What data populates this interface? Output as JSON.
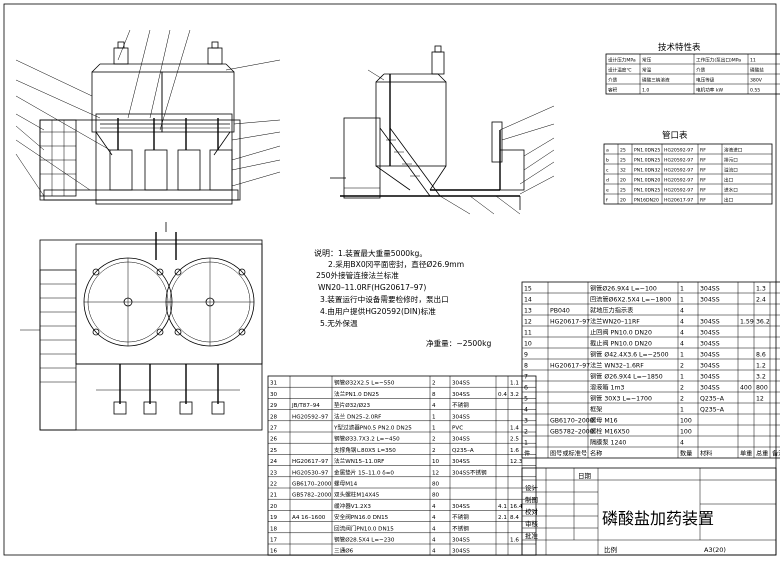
{
  "title_main": "磷酸盐加药装置",
  "notes": {
    "heading": "说明：",
    "items": [
      "1.装置最大重量5000kg。",
      "2.采用BX0冈平面密封，直径Ø26.9mm",
      "250外接管连接法兰标准",
      "WN20–11.0RF(HG20617–97)",
      "3.装置运行中设备需要检修时，泵出口",
      "4.由用户提供HG20592(DIN)标准",
      "5.无外保温"
    ],
    "weight_label": "净重量：~2500kg"
  },
  "tech_table": {
    "title": "技术特性表",
    "rows": [
      [
        "设计压力MPa",
        "常压",
        "工作压力(泵出口)MPa",
        "11"
      ],
      [
        "设计温度℃",
        "常温",
        "介质",
        "磷酸盐"
      ],
      [
        "介质",
        "磷酸三钠溶液",
        "电压等级",
        "380V"
      ],
      [
        "容积",
        "1.0",
        "电机功率 kW",
        "0.55"
      ]
    ]
  },
  "nozzle_table": {
    "title": "管口表",
    "rows": [
      [
        "a",
        "25",
        "PN1.0DN25",
        "HG20592-97",
        "RF",
        "溶液进口"
      ],
      [
        "b",
        "25",
        "PN1.0DN25",
        "HG20592-97",
        "RF",
        "排污口"
      ],
      [
        "c",
        "32",
        "PN1.0DN32",
        "HG20592-97",
        "RF",
        "溢流口"
      ],
      [
        "d",
        "20",
        "PN1.0DN20",
        "HG20592-97",
        "RF",
        "出口"
      ],
      [
        "e",
        "25",
        "PN1.0DN25",
        "HG20592-97",
        "RF",
        "进水口"
      ],
      [
        "f",
        "20",
        "PN16DN20",
        "HG20617-97",
        "RF",
        "出口"
      ]
    ]
  },
  "bom_lower": {
    "rows": [
      [
        "31",
        "",
        "钢管Ø32X2.5  L=~550",
        "2",
        "304SS",
        "",
        "1.1",
        ""
      ],
      [
        "30",
        "",
        "法兰PN1.0  DN25",
        "8",
        "304SS",
        "0.4",
        "3.2",
        ""
      ],
      [
        "29",
        "JB/T87–94",
        "垫片Ø32/Ø23",
        "4",
        "不锈钢",
        "",
        "",
        ""
      ],
      [
        "28",
        "HG20592–97",
        "法兰 DN25–2.0RF",
        "1",
        "304SS",
        "",
        "",
        ""
      ],
      [
        "27",
        "",
        "Y型过滤器PN0.5 PN2.0 DN25",
        "1",
        "PVC",
        "",
        "1.4",
        ""
      ],
      [
        "26",
        "",
        "钢管Ø33.7X3.2  L=~450",
        "2",
        "304SS",
        "",
        "2.5",
        ""
      ],
      [
        "25",
        "",
        "支撑角钢∟80X5  L=350",
        "2",
        "Q235–A",
        "",
        "1.6",
        ""
      ],
      [
        "24",
        "HG20617–97",
        "法兰WN15–11.0RF",
        "10",
        "304SS",
        "",
        "12.3",
        ""
      ],
      [
        "23",
        "HG20530–97",
        "金属垫片 15–11.0 δ=0",
        "12",
        "304SS不锈钢",
        "",
        "",
        ""
      ],
      [
        "22",
        "GB6170–2000",
        "螺母M14",
        "80",
        "",
        "",
        "",
        ""
      ],
      [
        "21",
        "GB5782–2000",
        "双头螺柱M14X45",
        "80",
        "",
        "",
        "",
        ""
      ],
      [
        "20",
        "",
        "缓冲器V1.2X3",
        "4",
        "304SS",
        "4.1",
        "16.4",
        ""
      ],
      [
        "19",
        "A4 16–1600",
        "安全阀PN16.0 DN15",
        "4",
        "不锈钢",
        "2.1",
        "8.4",
        ""
      ],
      [
        "18",
        "",
        "回流阀门PN10.0 DN15",
        "4",
        "不锈钢",
        "",
        "",
        ""
      ],
      [
        "17",
        "",
        "钢管Ø28.5X4  L=~230",
        "4",
        "304SS",
        "",
        "1.6",
        ""
      ],
      [
        "16",
        "",
        "三通Ø6",
        "4",
        "304SS",
        "",
        "",
        ""
      ]
    ]
  },
  "bom_upper": {
    "rows": [
      [
        "15",
        "",
        "钢管Ø26.9X4  L=~100",
        "1",
        "304SS",
        "",
        "1.3",
        ""
      ],
      [
        "14",
        "",
        "回流管Ø6X2.5X4  L=~1800",
        "1",
        "304SS",
        "",
        "2.4",
        ""
      ],
      [
        "13",
        "PB040",
        "就地压力指示表",
        "4",
        "",
        "",
        "",
        ""
      ],
      [
        "12",
        "HG20617–97",
        "法兰WN20–11RF",
        "4",
        "304SS",
        "1.59",
        "36.2",
        ""
      ],
      [
        "11",
        "",
        "止回阀 PN10.0  DN20",
        "4",
        "304SS",
        "",
        "",
        ""
      ],
      [
        "10",
        "",
        "截止阀 PN10.0  DN20",
        "4",
        "304SS",
        "",
        "",
        ""
      ],
      [
        "9",
        "",
        "钢管 Ø42.4X3.6  L=~2500",
        "1",
        "304SS",
        "",
        "8.6",
        ""
      ],
      [
        "8",
        "HG20617–97",
        "法兰 WN32–1.6RF",
        "2",
        "304SS",
        "",
        "1.2",
        ""
      ],
      [
        "7",
        "",
        "钢管 Ø26.9X4  L=~1850",
        "1",
        "304SS",
        "",
        "3.2",
        ""
      ],
      [
        "6",
        "",
        "溶液箱 1m3",
        "2",
        "304SS",
        "400",
        "800",
        ""
      ],
      [
        "5",
        "",
        "钢管 30X3  L=~1700",
        "2",
        "Q235–A",
        "",
        "12",
        ""
      ],
      [
        "4",
        "",
        "框架",
        "1",
        "Q235–A",
        "",
        "",
        ""
      ],
      [
        "3",
        "GB6170–2000",
        "螺母 M16",
        "100",
        "",
        "",
        "",
        ""
      ],
      [
        "2",
        "GB5782–2000",
        "螺栓 M16X50",
        "100",
        "",
        "",
        "",
        ""
      ],
      [
        "1",
        "",
        "隔膜泵  1240",
        "4",
        "",
        "",
        "",
        ""
      ]
    ],
    "header": [
      "件",
      "图号或标准号",
      "名称",
      "数量",
      "材料",
      "单重",
      "总重",
      "备注"
    ]
  },
  "title_block": {
    "rows": [
      "设计",
      "制图",
      "校对",
      "审核",
      "批准"
    ],
    "date_label": "日期",
    "scale_label": "比例",
    "sheet_label": "A3(20)"
  }
}
